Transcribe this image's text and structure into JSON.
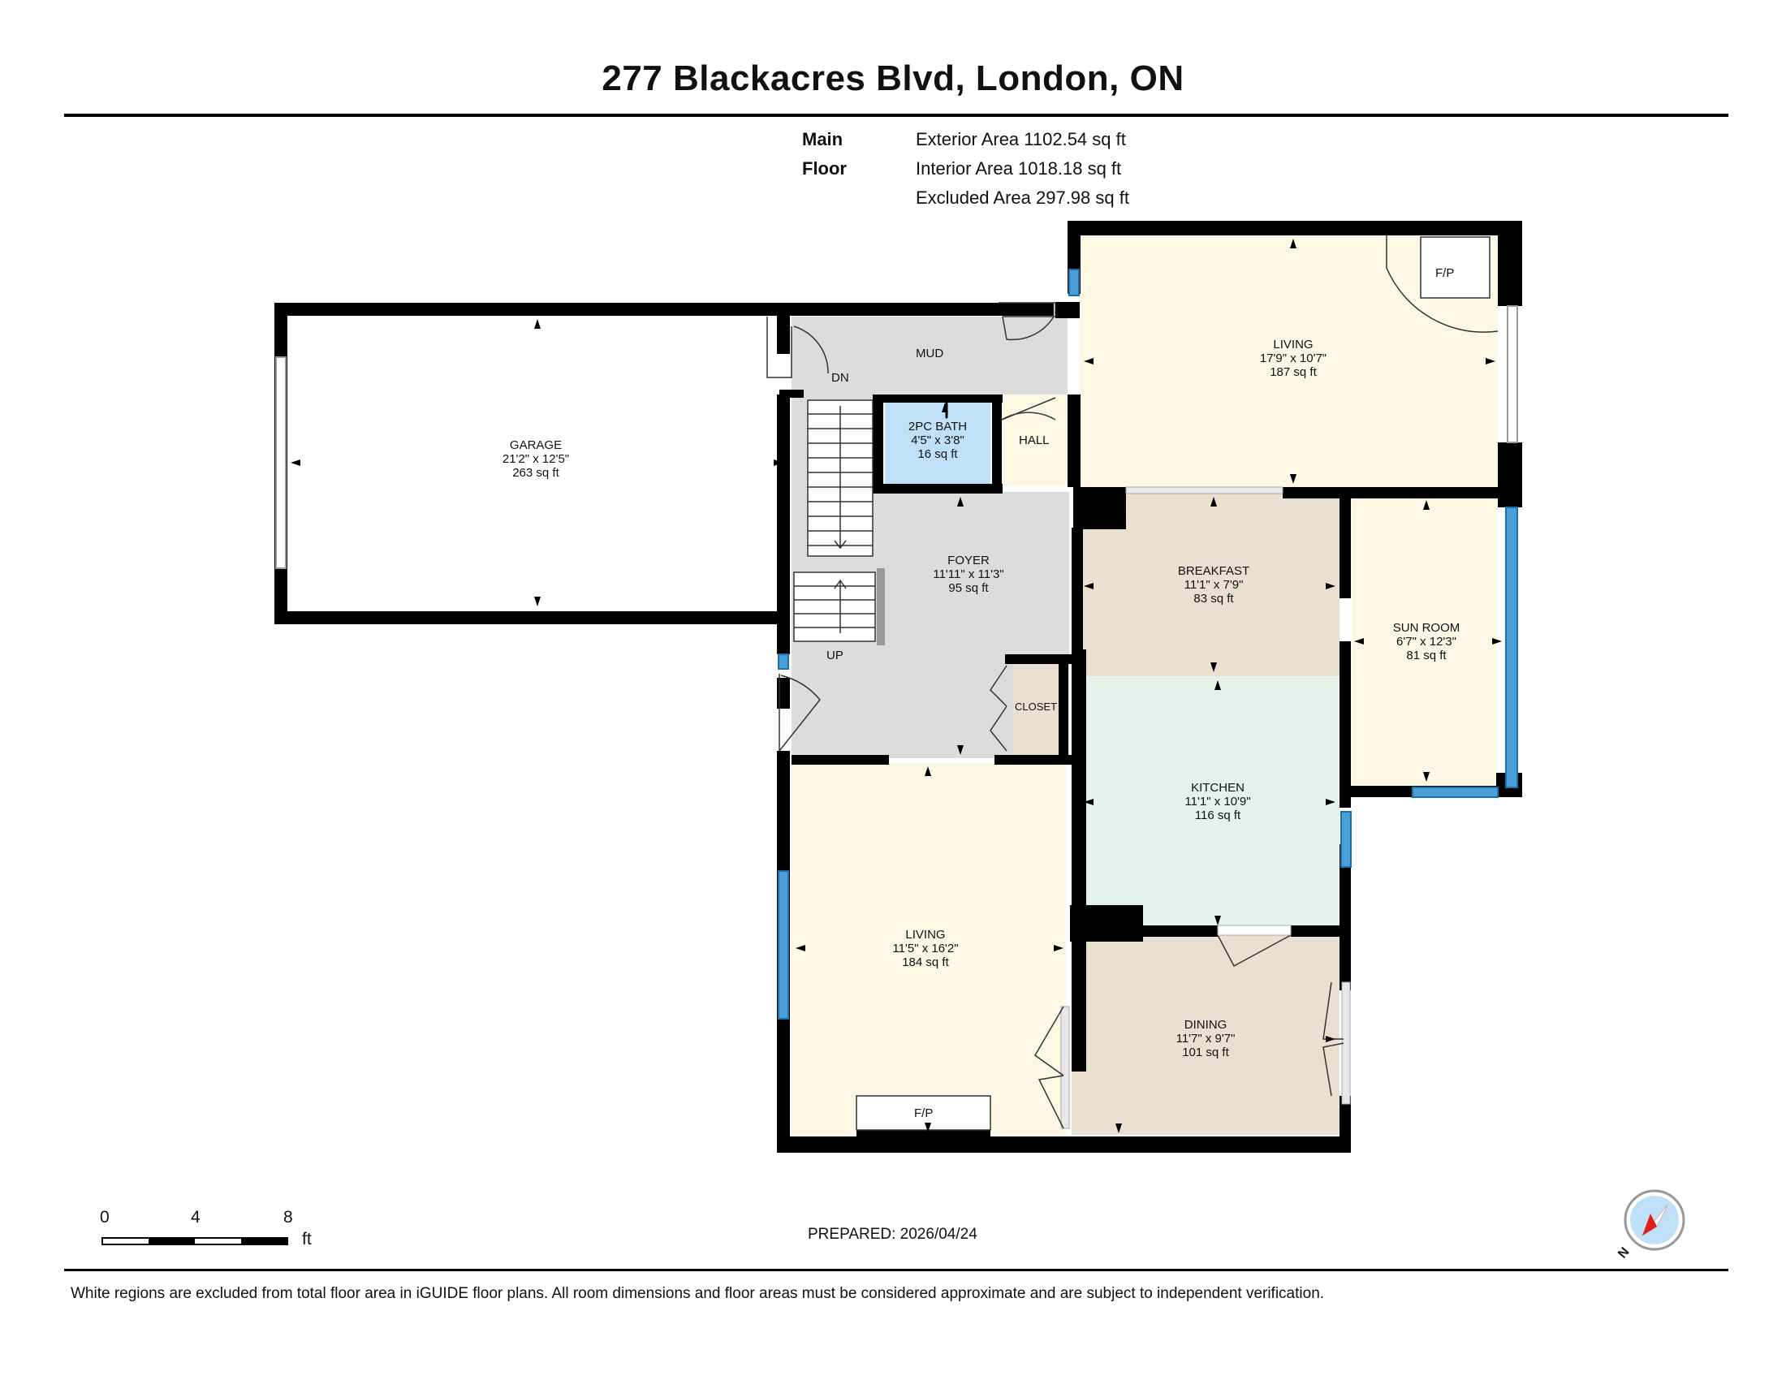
{
  "header": {
    "address": "277 Blackacres Blvd, London, ON"
  },
  "floor_summary": {
    "floor_name": "Main Floor",
    "exterior_area": "Exterior Area 1102.54 sq ft",
    "interior_area": "Interior Area 1018.18 sq ft",
    "excluded_area": "Excluded Area 297.98 sq ft"
  },
  "rooms": {
    "garage": {
      "name": "GARAGE",
      "dims": "21'2\" x 12'5\"",
      "area": "263 sq ft"
    },
    "mud": {
      "name": "MUD"
    },
    "dn": {
      "name": "DN"
    },
    "bath": {
      "name": "2PC BATH",
      "dims": "4'5\" x 3'8\"",
      "area": "16 sq ft"
    },
    "hall": {
      "name": "HALL"
    },
    "foyer": {
      "name": "FOYER",
      "dims": "11'11\" x 11'3\"",
      "area": "95 sq ft"
    },
    "up": {
      "name": "UP"
    },
    "closet": {
      "name": "CLOSET"
    },
    "living_main": {
      "name": "LIVING",
      "dims": "17'9\" x 10'7\"",
      "area": "187 sq ft"
    },
    "fp_upper": {
      "name": "F/P"
    },
    "breakfast": {
      "name": "BREAKFAST",
      "dims": "11'1\" x 7'9\"",
      "area": "83 sq ft"
    },
    "sunroom": {
      "name": "SUN ROOM",
      "dims": "6'7\" x 12'3\"",
      "area": "81 sq ft"
    },
    "kitchen": {
      "name": "KITCHEN",
      "dims": "11'1\" x 10'9\"",
      "area": "116 sq ft"
    },
    "living_lower": {
      "name": "LIVING",
      "dims": "11'5\" x 16'2\"",
      "area": "184 sq ft"
    },
    "fp_lower": {
      "name": "F/P"
    },
    "dining": {
      "name": "DINING",
      "dims": "11'7\" x 9'7\"",
      "area": "101 sq ft"
    }
  },
  "scale_bar": {
    "tick_0": "0",
    "tick_4": "4",
    "tick_8": "8",
    "unit": "ft"
  },
  "prepared": "PREPARED: 2026/04/24",
  "compass": {
    "label": "N"
  },
  "footnote": "White regions are excluded from total floor area in iGUIDE floor plans. All room dimensions and floor areas must be considered approximate and are subject to independent verification.",
  "colors": {
    "wall": "#000000",
    "window": "#4a9fd8",
    "foyer_fill": "#dcdcdc",
    "living_fill": "#fcf8e4",
    "breakfast_fill": "#e9e0cf",
    "kitchen_fill": "#e5f3ec",
    "dining_fill": "#e9e0cf",
    "bath_fill": "#bfe0f7",
    "closet_fill": "#e9e0cf"
  }
}
